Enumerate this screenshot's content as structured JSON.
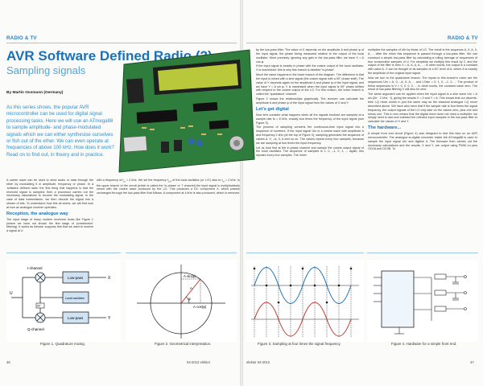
{
  "left_page": {
    "section": "RADIO & TV",
    "title": "AVR Software Defined Radio (2)",
    "subtitle": "Sampling signals",
    "byline": "By Martin Ossmann (Germany)",
    "intro": "As this series shows, the popular AVR microcontroller can be used for digital signal processing tasks. Here we will use an ATmega88 to sample amplitude- and phase-modulated signals which we can either synthesise ourselves or fish out of the ether. We can even operate at frequencies of above 100 kHz. How does it work? Read on to find out, in theory and in practice.",
    "col1_p1": "A carrier wave can be used to send audio or data through the ether by modulating it in amplitude, frequency or phase. In a ‘software defined radio’ the first thing that happens is that the received signal is sampled; then a processor carries out the necessary calculations to recover the modulating signal. In the case of data transmission, we then decode the signal into a stream of bits. To understand how this all works, we will first look at how an analogue receiver operates.",
    "col1_heading": "Reception, the analogue way",
    "col1_p2": "The input stage of many modern receivers looks like Figure 1 (where we have not shown the first stage of ‘preselection’ filtering). It works as follows: suppose first that we want to receive a signal at U",
    "col2_p1": "with a frequency of f",
    "col2_p2": "= 2 kHz. We set the frequency f",
    "col2_p3": "of the local oscillator (or ‘LO’) also to f",
    "col2_p4": "= 2 kHz. In the upper branch of the circuit (which is called the ‘in-phase’ or ‘I’ channel) the input signal is multiplicatively mixed with the cosine wave produced by the LO. This produces a DC component X, which passes unchanged through the low-pass filter that follows. A component at 4 kHz is also produced, which is removed",
    "fig1_caption": "Figure 1. Quadrature mixing.",
    "fig2_caption": "Figure 2. Geometrical interpretation.",
    "fig1": {
      "label_ichannel": "I-channel",
      "label_qchannel": "Q-channel",
      "label_lowpass1": "Low-pass",
      "label_lowpass2": "Low-pass",
      "label_lo": "Local oscillator",
      "label_x": "X",
      "label_y": "Y",
      "label_u": "U",
      "label_90": "90°"
    },
    "fig2": {
      "label_a_sin": "A·sin(φ)",
      "label_a_cos": "A·cos(φ)",
      "label_phi": "φ",
      "label_a": "A"
    },
    "folio_num": "46",
    "folio_text": "04-2012    elektor"
  },
  "right_page": {
    "section": "RADIO & TV",
    "col1_p1": "by the low-pass filter. The value of X depends on the amplitude A and phase φ of the input signal, the phase being measured relative to the output of the local oscillator. More precisely, ignoring any gain in the low-pass filter, we have X = A cos φ.",
    "col1_p2": "If the input signal is exactly in phase with the cosine output of the local oscillator, X is maximised: this is why this branch is labelled ‘in-phase’.",
    "col1_p3": "Much the same happens in the lower branch of the diagram. The difference is that the input is mixed with a sine signal (the cosine signal with a 90° phase shift). The value of Y depends again on the amplitude A and phase φ of the input signal, and we have Y = A sin φ. Y is maximised when the input signal is 90° phase shifted with respect to the cosine output of the LO. For this reason, the lower branch is called the ‘quadrature’ channel.",
    "col1_p4": "Figure 2 shows the relationships graphically. The receiver can calculate the amplitude A and phase φ of the input signal from the values of X and Y.",
    "col1_heading": "Let’s get digital",
    "col1_p5": "Now let’s consider what happens when all the signals involved are sampled at a sample rate fs = 8 kHz, exactly four times the frequency of the input signal (see Figure 3).",
    "col1_p6": "The process of sampling converts the continuous-time input signal into a sequence of numbers. If the input signal Uin is a cosine wave with amplitude A and frequency 2 kHz (at the top of Figure 3), sampling generates the sequence of values A, 0, –A, 0, A and so on. The values repeat every four samples, because we are sampling at four times the input frequency.",
    "col1_p7": "Let us look first at the in-phase channel and sample the cosine output signal of the local oscillator. The sequence of samples is 1, 0, –1, 0, 1, ... Again, this repeats every four samples. The mixer",
    "col2_p1": "multiplies the samples of Uin by those of LO. The result is the sequence A, 0, A, 0, A, ... After the mixer this sequence is passed through a low-pass filter. We can construct a simple low-pass filter by calculating a rolling average of sequences of four consecutive samples of U. For simplicity we multiply this result by 2, and the output of the filter is then X = A, A, A, A, ...: in other words, the output is a constant with value A. X can be thought of as samples of a DC level of A, where A is exactly the amplitude of the original input signal.",
    "col2_p2": "Now we turn to the quadrature branch. The inputs to this branch’s mixer are the sequences Uin = A, 0, –A, 0, A, ... and LOsin = 0, 1, 0, –1, 0, ... The product of these sequences is V = 0, 0, 0, 0, ... in other words, the constant value zero. The result of low-pass filtering V will also be zero.",
    "col2_p3": "The same argument can be applied when the input signal is a sine wave Uin = A sin (2π · 2 kHz · t), giving the results X = 0 and Y = A. This shows that our discrete-time I-Q mixer works in just the same way as the classical analogue I-Q mixer described above. We have also seen that if the sample rate is four times the signal frequency, the output signals of the LO only take on the values zero, plus one and minus one. This in turn means that the digital mixer does not need a multiplier: we simply need to add and subtract the relevant input samples in the low-pass filter to calculate the values of X and Y.",
    "col2_heading": "The hardware...",
    "col2_p4": "A simple front end circuit (Figure 4) was designed to test this idea on an AVR microcontroller. The analogue-to-digital converter inside the ATmega88 is used to sample the input signal Uin and digitise it. The firmware then carries out the necessary calculations and the results, X and Y, are output using PWM on pins OC0A and OC0B. To",
    "fig3_caption": "Figure 3. Sampling at four times the signal frequency.",
    "fig4_caption": "Figure 4. Hardware for a simple front end.",
    "folio_text": "elektor    04-2012",
    "folio_num": "47"
  },
  "colors": {
    "title_blue": "#1b72b8",
    "subtitle_blue": "#4ea5dd",
    "intro_blue": "#2f8fd0",
    "rule_blue": "#9ec6e6",
    "pcb_green": "#2f7d3c",
    "lcd_green": "#b9c83a"
  }
}
